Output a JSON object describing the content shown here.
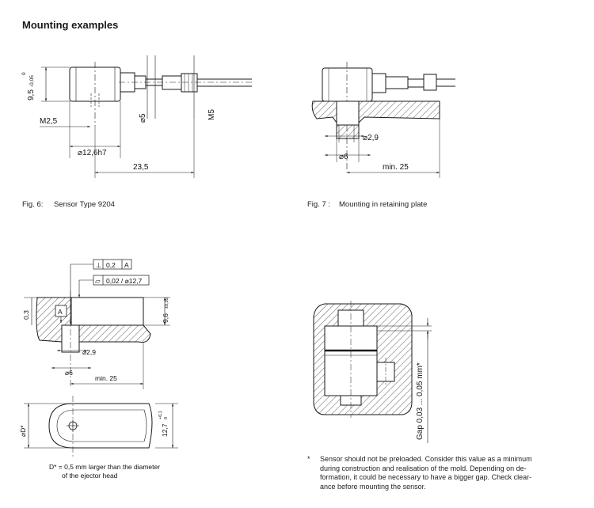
{
  "heading": "Mounting examples",
  "figures": {
    "fig6": {
      "number": "Fig. 6:",
      "caption": "Sensor Type 9204",
      "dims": {
        "height": "9,5",
        "height_tol_upper": "0",
        "height_tol_lower": "-0,05",
        "thread": "M2,5",
        "diameter": "⌀12,6h7",
        "cable_dia": "⌀5",
        "connector": "M5",
        "length": "23,5"
      }
    },
    "fig7": {
      "number": "Fig. 7 :",
      "caption": "Mounting in retaining plate",
      "dims": {
        "hole_small": "⌀2,9",
        "hole_large": "⌀6",
        "min_length": "min. 25"
      }
    },
    "fig8": {
      "tol_perp": "⊥",
      "tol_perp_value": "0,2",
      "tol_ref": "A",
      "tol_flat": "▱",
      "tol_flat_value": "0,02 / ⌀12,7",
      "datum": "A",
      "recess": "0,3",
      "height": "9,6",
      "height_tol": "±0,05",
      "hole_small": "⌀2,9",
      "hole_large": "⌀6",
      "min_length": "min. 25",
      "dia": "⌀D*",
      "width": "12,7",
      "width_tol_upper": "+0,1",
      "width_tol_lower": "0",
      "note_line1": "D* = 0,5 mm larger than the diameter",
      "note_line2": "of the ejector head"
    },
    "fig9": {
      "gap": "Gap 0,03 ... 0,05 mm*"
    }
  },
  "footnote": {
    "marker": "*",
    "lines": [
      "Sensor should not be preloaded. Consider this value as a minimum",
      "during construction and realisation of the mold. Depending on de-",
      "formation, it could be necessary to have a bigger gap. Check clear-",
      "ance before mounting the sensor."
    ]
  },
  "colors": {
    "line": "#1a1a1a",
    "hatch": "#333333",
    "dim": "#222222"
  }
}
